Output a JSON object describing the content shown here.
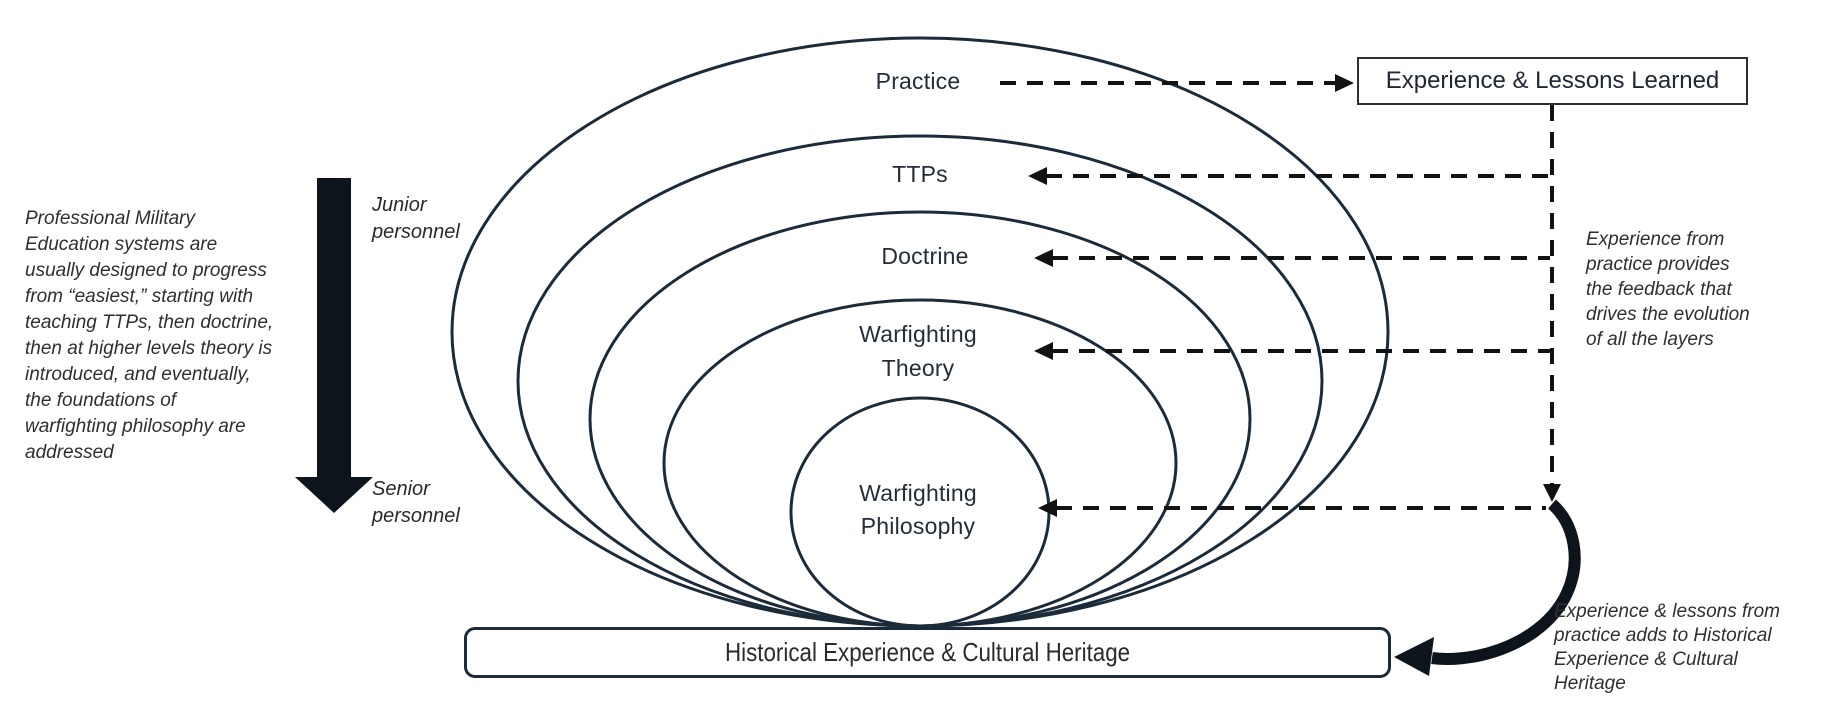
{
  "diagram": {
    "layers": [
      {
        "label": "Practice"
      },
      {
        "label": "TTPs"
      },
      {
        "label": "Doctrine"
      },
      {
        "label": "Warfighting Theory"
      },
      {
        "label": "Warfighting Philosophy"
      }
    ],
    "feedback_box": {
      "label": "Experience & Lessons Learned"
    },
    "foundation_box": {
      "label": "Historical Experience & Cultural Heritage"
    },
    "progression": {
      "top_label": "Junior personnel",
      "bottom_label": "Senior personnel"
    },
    "pme_note": {
      "lines": [
        "Professional Military",
        "Education systems are",
        "usually designed to progress",
        "from “easiest,” starting with",
        "teaching TTPs, then doctrine,",
        "then at higher levels theory is",
        "introduced, and eventually,",
        "the foundations of",
        "warfighting philosophy are",
        "addressed"
      ]
    },
    "right_note": {
      "lines": [
        "Experience from",
        "practice provides",
        "the feedback that",
        "drives the evolution",
        "of all the layers"
      ]
    },
    "bottom_right_note": {
      "lines": [
        "Experience & lessons from",
        "practice adds to Historical",
        "Experience & Cultural",
        "Heritage"
      ]
    },
    "colors": {
      "ellipse_stroke": "#1c2b39",
      "arrow_fill": "#0d141c",
      "dashed_line": "#121212",
      "label_text": "#242c39",
      "note_text": "#2f2f2f",
      "box_border": "#1c2b39",
      "background": "#ffffff"
    }
  }
}
